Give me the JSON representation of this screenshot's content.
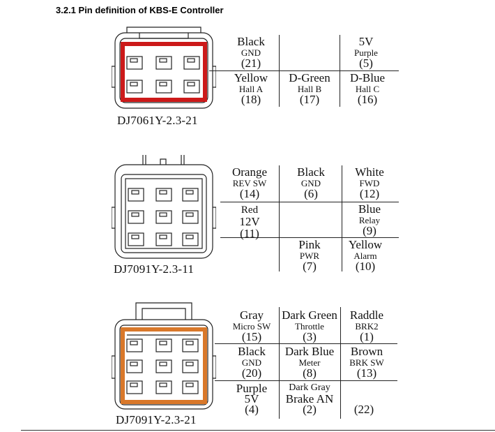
{
  "heading": "3.2.1 Pin definition of KBS-E Controller",
  "connectors": [
    {
      "code": "DJ7061Y-2.3-21",
      "highlight": "#cc1a1a",
      "pins": [
        {
          "color": "Black",
          "function": "GND",
          "number": "(21)"
        },
        {
          "color": "",
          "function": "",
          "number": ""
        },
        {
          "color": "5V",
          "function": "Purple",
          "number": "(5)"
        },
        {
          "color": "Yellow",
          "function": "Hall A",
          "number": "(18)"
        },
        {
          "color": "D-Green",
          "function": "Hall B",
          "number": "(17)"
        },
        {
          "color": "D-Blue",
          "function": "Hall C",
          "number": "(16)"
        }
      ]
    },
    {
      "code": "DJ7091Y-2.3-11",
      "highlight": "",
      "pins": [
        {
          "color": "Orange",
          "function": "REV SW",
          "number": "(14)"
        },
        {
          "color": "Black",
          "function": "GND",
          "number": "(6)"
        },
        {
          "color": "White",
          "function": "FWD",
          "number": "(12)"
        },
        {
          "color": "Red",
          "function": "12V",
          "number": "(11)"
        },
        {
          "color": "",
          "function": "",
          "number": ""
        },
        {
          "color": "Blue",
          "function": "Relay",
          "number": "(9)"
        },
        {
          "color": "",
          "function": "",
          "number": ""
        },
        {
          "color": "Pink",
          "function": "PWR",
          "number": "(7)"
        },
        {
          "color": "Yellow",
          "function": "Alarm",
          "number": "(10)"
        }
      ]
    },
    {
      "code": "DJ7091Y-2.3-21",
      "highlight": "#d9782a",
      "pins": [
        {
          "color": "Gray",
          "function": "Micro SW",
          "number": "(15)"
        },
        {
          "color": "Dark Green",
          "function": "Throttle",
          "number": "(3)"
        },
        {
          "color": "Raddle",
          "function": "BRK2",
          "number": "(1)"
        },
        {
          "color": "Black",
          "function": "GND",
          "number": "(20)"
        },
        {
          "color": "Dark Blue",
          "function": "Meter",
          "number": "(8)"
        },
        {
          "color": "Brown",
          "function": "BRK SW",
          "number": "(13)"
        },
        {
          "color": "Purple",
          "function": "5V",
          "number": "(4)"
        },
        {
          "color": "Dark Gray",
          "function": "Brake AN",
          "number": "(2)"
        },
        {
          "color": "",
          "function": "",
          "number": "(22)"
        }
      ]
    }
  ]
}
